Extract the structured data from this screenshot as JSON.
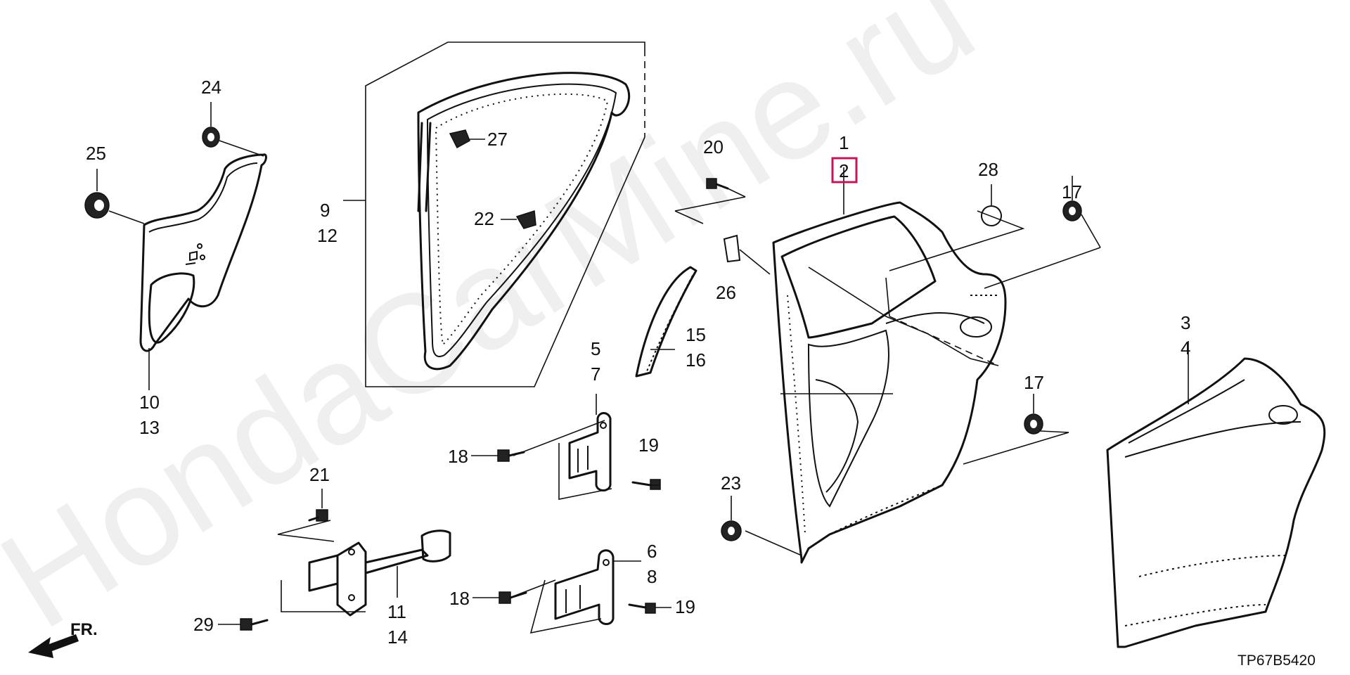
{
  "watermark": "HondaCarMine.ru",
  "diagram_code": "TP67B5420",
  "direction_label": "FR.",
  "highlight_color": "#c2185b",
  "labels": {
    "l1": "1",
    "l2": "2",
    "l3": "3",
    "l4": "4",
    "l5": "5",
    "l6": "6",
    "l7": "7",
    "l8": "8",
    "l9": "9",
    "l10": "10",
    "l11": "11",
    "l12": "12",
    "l13": "13",
    "l14": "14",
    "l15": "15",
    "l16": "16",
    "l17a": "17",
    "l17b": "17",
    "l18a": "18",
    "l18b": "18",
    "l19a": "19",
    "l19b": "19",
    "l20": "20",
    "l21": "21",
    "l22": "22",
    "l23": "23",
    "l24": "24",
    "l25": "25",
    "l26": "26",
    "l27": "27",
    "l28": "28",
    "l29": "29"
  },
  "icons": [
    "fr-arrow-icon"
  ]
}
